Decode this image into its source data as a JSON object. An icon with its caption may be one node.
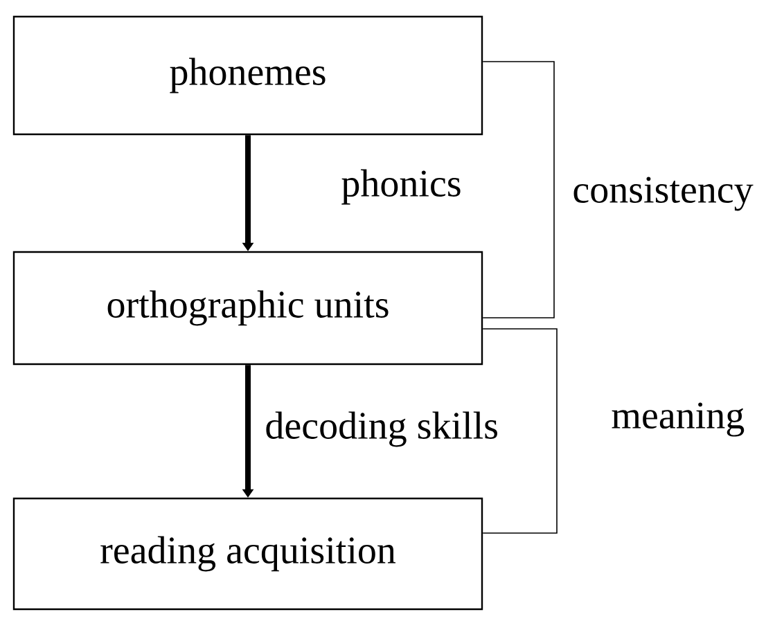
{
  "diagram": {
    "nodes": [
      {
        "text": [
          "phonemes"
        ]
      },
      {
        "text": [
          "orthographic units"
        ]
      },
      {
        "text": [
          "reading acquisition"
        ]
      }
    ],
    "edges": [
      {
        "from": 0,
        "to": 1,
        "arrow": "to",
        "style": "thick",
        "label": "phonics"
      },
      {
        "from": 1,
        "to": 2,
        "arrow": "to",
        "style": "thick",
        "label": "decoding skills"
      },
      {
        "from": 0,
        "to": 1,
        "arrow": "none",
        "label": "consistency"
      },
      {
        "from": 1,
        "to": 2,
        "arrow": "none",
        "label": "meaning"
      }
    ]
  }
}
